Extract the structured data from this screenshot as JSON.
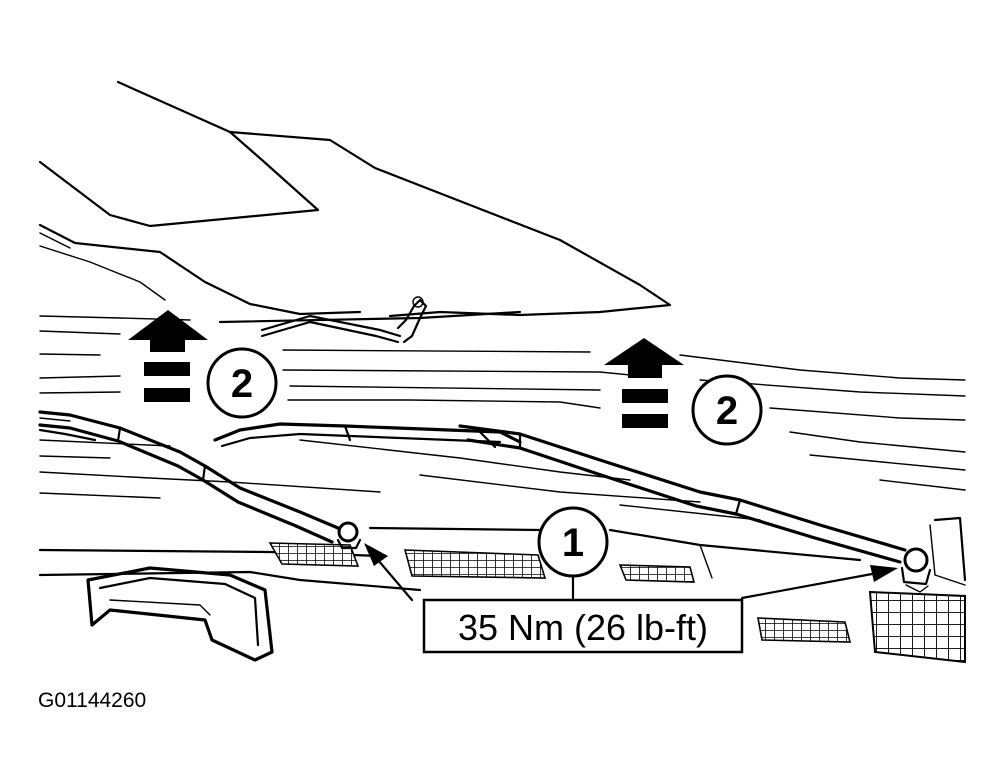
{
  "figure": {
    "id_label": "G01144260"
  },
  "callouts": [
    {
      "number": "1"
    },
    {
      "number": "2"
    },
    {
      "number": "2"
    }
  ],
  "torque_label": "35 Nm (26 lb-ft)",
  "icons": {
    "lift_arrow": "up-arrow-icon",
    "pivot_nut": "nut-icon"
  },
  "colors": {
    "ink": "#000000",
    "paper": "#ffffff"
  }
}
